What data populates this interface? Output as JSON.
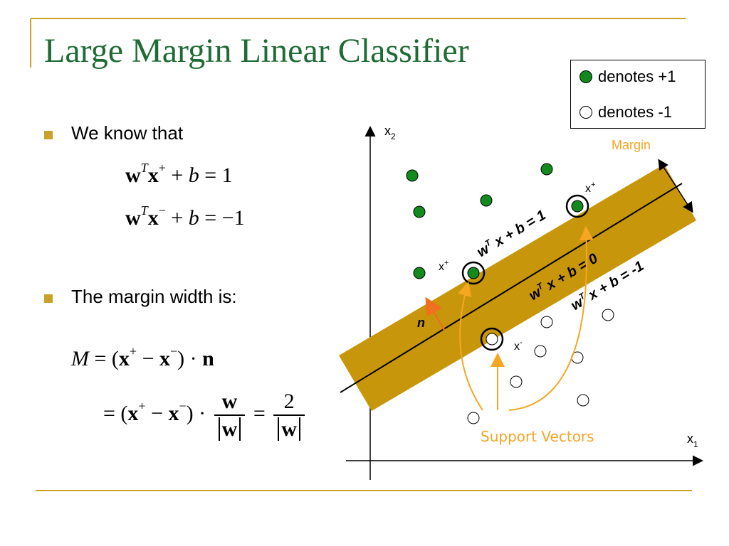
{
  "slide": {
    "title": "Large Margin Linear Classifier"
  },
  "bullets": [
    {
      "text": "We know that"
    },
    {
      "text": "The margin width is:"
    }
  ],
  "equations": {
    "eq1": {
      "w": "w",
      "T": "T",
      "x": "x",
      "sup": "+",
      "rest": " + ",
      "b": "b",
      "rhs": " = 1"
    },
    "eq2": {
      "w": "w",
      "T": "T",
      "x": "x",
      "sup": "−",
      "rest": " + ",
      "b": "b",
      "rhs": " = −1"
    },
    "eq3": {
      "M": "M",
      "mid": " = (",
      "x": "x",
      "plus": "+",
      "minus_op": " − ",
      "minus": "−",
      "close": ") · ",
      "n": "n"
    },
    "eq4": {
      "lead": "= (",
      "x": "x",
      "plus": "+",
      "minus_op": " − ",
      "minus": "−",
      "close": ") · ",
      "w": "w",
      "eq": " = ",
      "two": "2"
    }
  },
  "legend": {
    "pos_label": "denotes +1",
    "neg_label": "denotes -1"
  },
  "diagram": {
    "x_axis_label": "x",
    "x_axis_sub": "1",
    "y_axis_label": "x",
    "y_axis_sub": "2",
    "margin_label": "Margin",
    "support_vectors_label": "Support Vectors",
    "normal_label": "n",
    "xplus_top": "x",
    "xplus_top_sup": "+",
    "xplus_left": "x",
    "xplus_left_sup": "+",
    "xminus": "x",
    "xminus_sup": "-",
    "line_plus1": {
      "w": "w",
      "T": "T",
      "rest": " x + b = 1"
    },
    "line_0": {
      "w": "w",
      "T": "T",
      "rest": " x + b = 0"
    },
    "line_minus1": {
      "w": "w",
      "T": "T",
      "rest": " x + b = -1"
    }
  },
  "colors": {
    "title": "#1f6b35",
    "accent_gold": "#c9a227",
    "band": "#c8960a",
    "positive": "#138a1e",
    "arrow_orange": "#f5a623",
    "normal_arrow": "#f07020"
  }
}
